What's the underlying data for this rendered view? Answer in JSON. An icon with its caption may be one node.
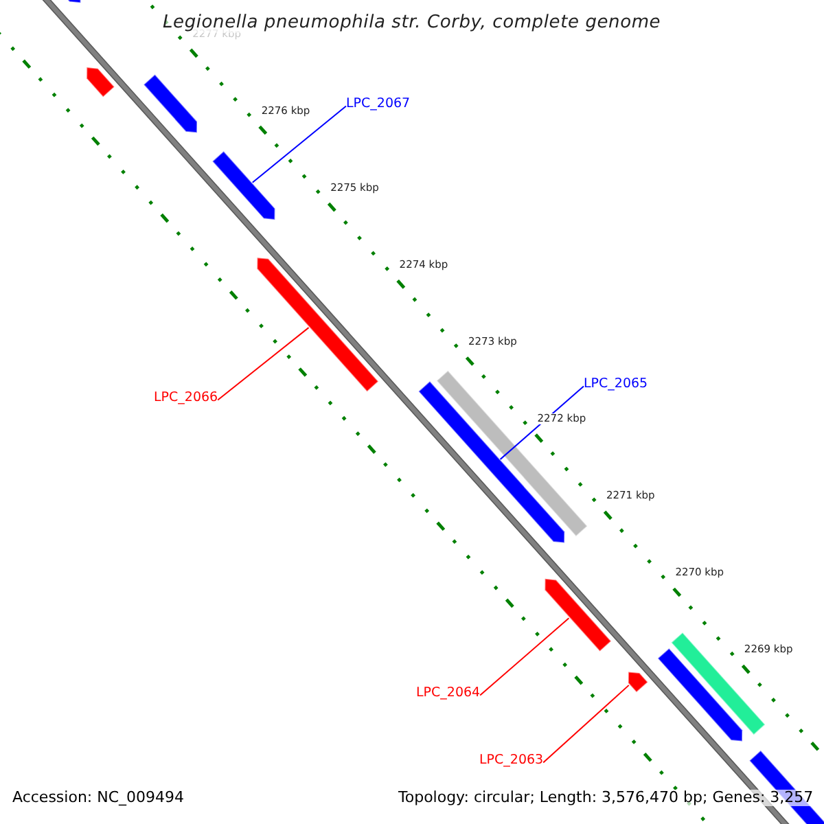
{
  "diagram": {
    "title": "Legionella pneumophila str. Corby, complete genome",
    "nodes": [
      {
        "text": [],
        "shape": "arrow"
      },
      {
        "text": [],
        "shape": "arrow"
      },
      {
        "text": [],
        "shape": "arrow"
      },
      {
        "text": [
          "LPC_2067"
        ]
      },
      {
        "text": [],
        "shape": "arrow"
      },
      {
        "text": [
          "LPC_2066"
        ]
      },
      {
        "text": [],
        "shape": "arrow"
      },
      {
        "text": [
          "LPC_2065"
        ]
      },
      {
        "text": [],
        "shape": "bar"
      },
      {
        "text": [],
        "shape": "arrow"
      },
      {
        "text": [
          "LPC_2064"
        ]
      },
      {
        "text": [],
        "shape": "arrow"
      },
      {
        "text": [
          "LPC_2063"
        ]
      },
      {
        "text": [],
        "shape": "arrow"
      },
      {
        "text": [],
        "shape": "bar"
      },
      {
        "text": [],
        "shape": "arrow"
      },
      {
        "text": [],
        "shape": "arrow"
      }
    ],
    "edges": [
      {
        "from": 3,
        "to": 4,
        "arrow": "none",
        "color": "#0000ff"
      },
      {
        "from": 5,
        "to": 6,
        "arrow": "none"
      },
      {
        "from": 7,
        "to": 9,
        "arrow": "none",
        "color": "#0000ff"
      },
      {
        "from": 10,
        "to": 11,
        "arrow": "none"
      },
      {
        "from": 12,
        "to": 13,
        "arrow": "none"
      }
    ],
    "labels": [
      "2277 kbp",
      "2276 kbp",
      "2275 kbp",
      "2274 kbp",
      "2273 kbp",
      "2272 kbp",
      "2271 kbp",
      "2270 kbp",
      "2269 kbp",
      "Accession: NC_009494",
      "Topology: circular; Length: 3,576,470 bp; Genes: 3,257"
    ]
  }
}
